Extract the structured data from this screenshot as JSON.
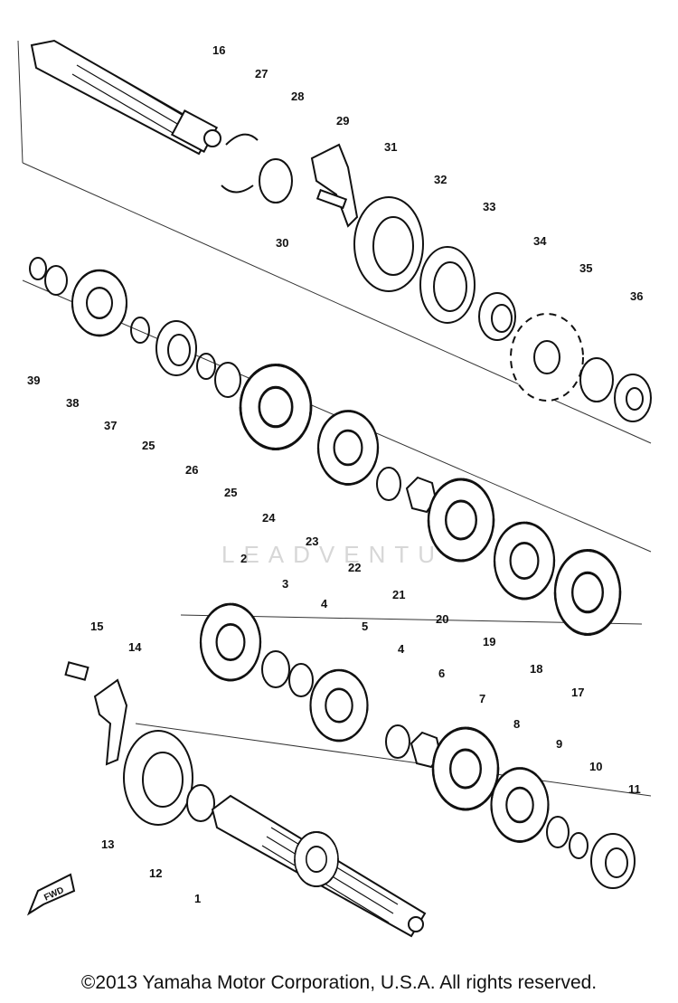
{
  "diagram": {
    "fwd_mark": "FWD",
    "watermark": "LEADVENTU",
    "part_labels": [
      "1",
      "2",
      "3",
      "4",
      "4",
      "5",
      "6",
      "7",
      "8",
      "9",
      "10",
      "11",
      "12",
      "13",
      "14",
      "15",
      "16",
      "17",
      "18",
      "19",
      "20",
      "21",
      "22",
      "23",
      "24",
      "25",
      "25",
      "26",
      "27",
      "28",
      "29",
      "30",
      "31",
      "32",
      "33",
      "34",
      "35",
      "36",
      "37",
      "38",
      "39"
    ]
  },
  "footer": {
    "copyright": "©2013 Yamaha Motor Corporation, U.S.A. All rights reserved."
  }
}
